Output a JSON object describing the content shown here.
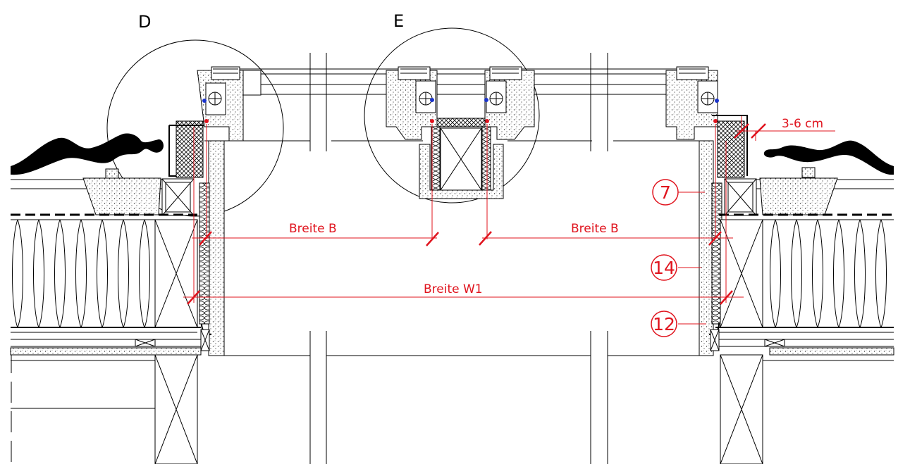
{
  "detail_labels": {
    "left": "D",
    "middle": "E"
  },
  "dimensions": {
    "breite_b_left": "Breite B",
    "breite_b_right": "Breite B",
    "breite_w1": "Breite W1",
    "gap": "3-6 cm"
  },
  "callouts": [
    "7",
    "14",
    "12"
  ],
  "colors": {
    "dimension": "#e0141e",
    "lines": "#000000",
    "marker": "#1a33cc"
  }
}
